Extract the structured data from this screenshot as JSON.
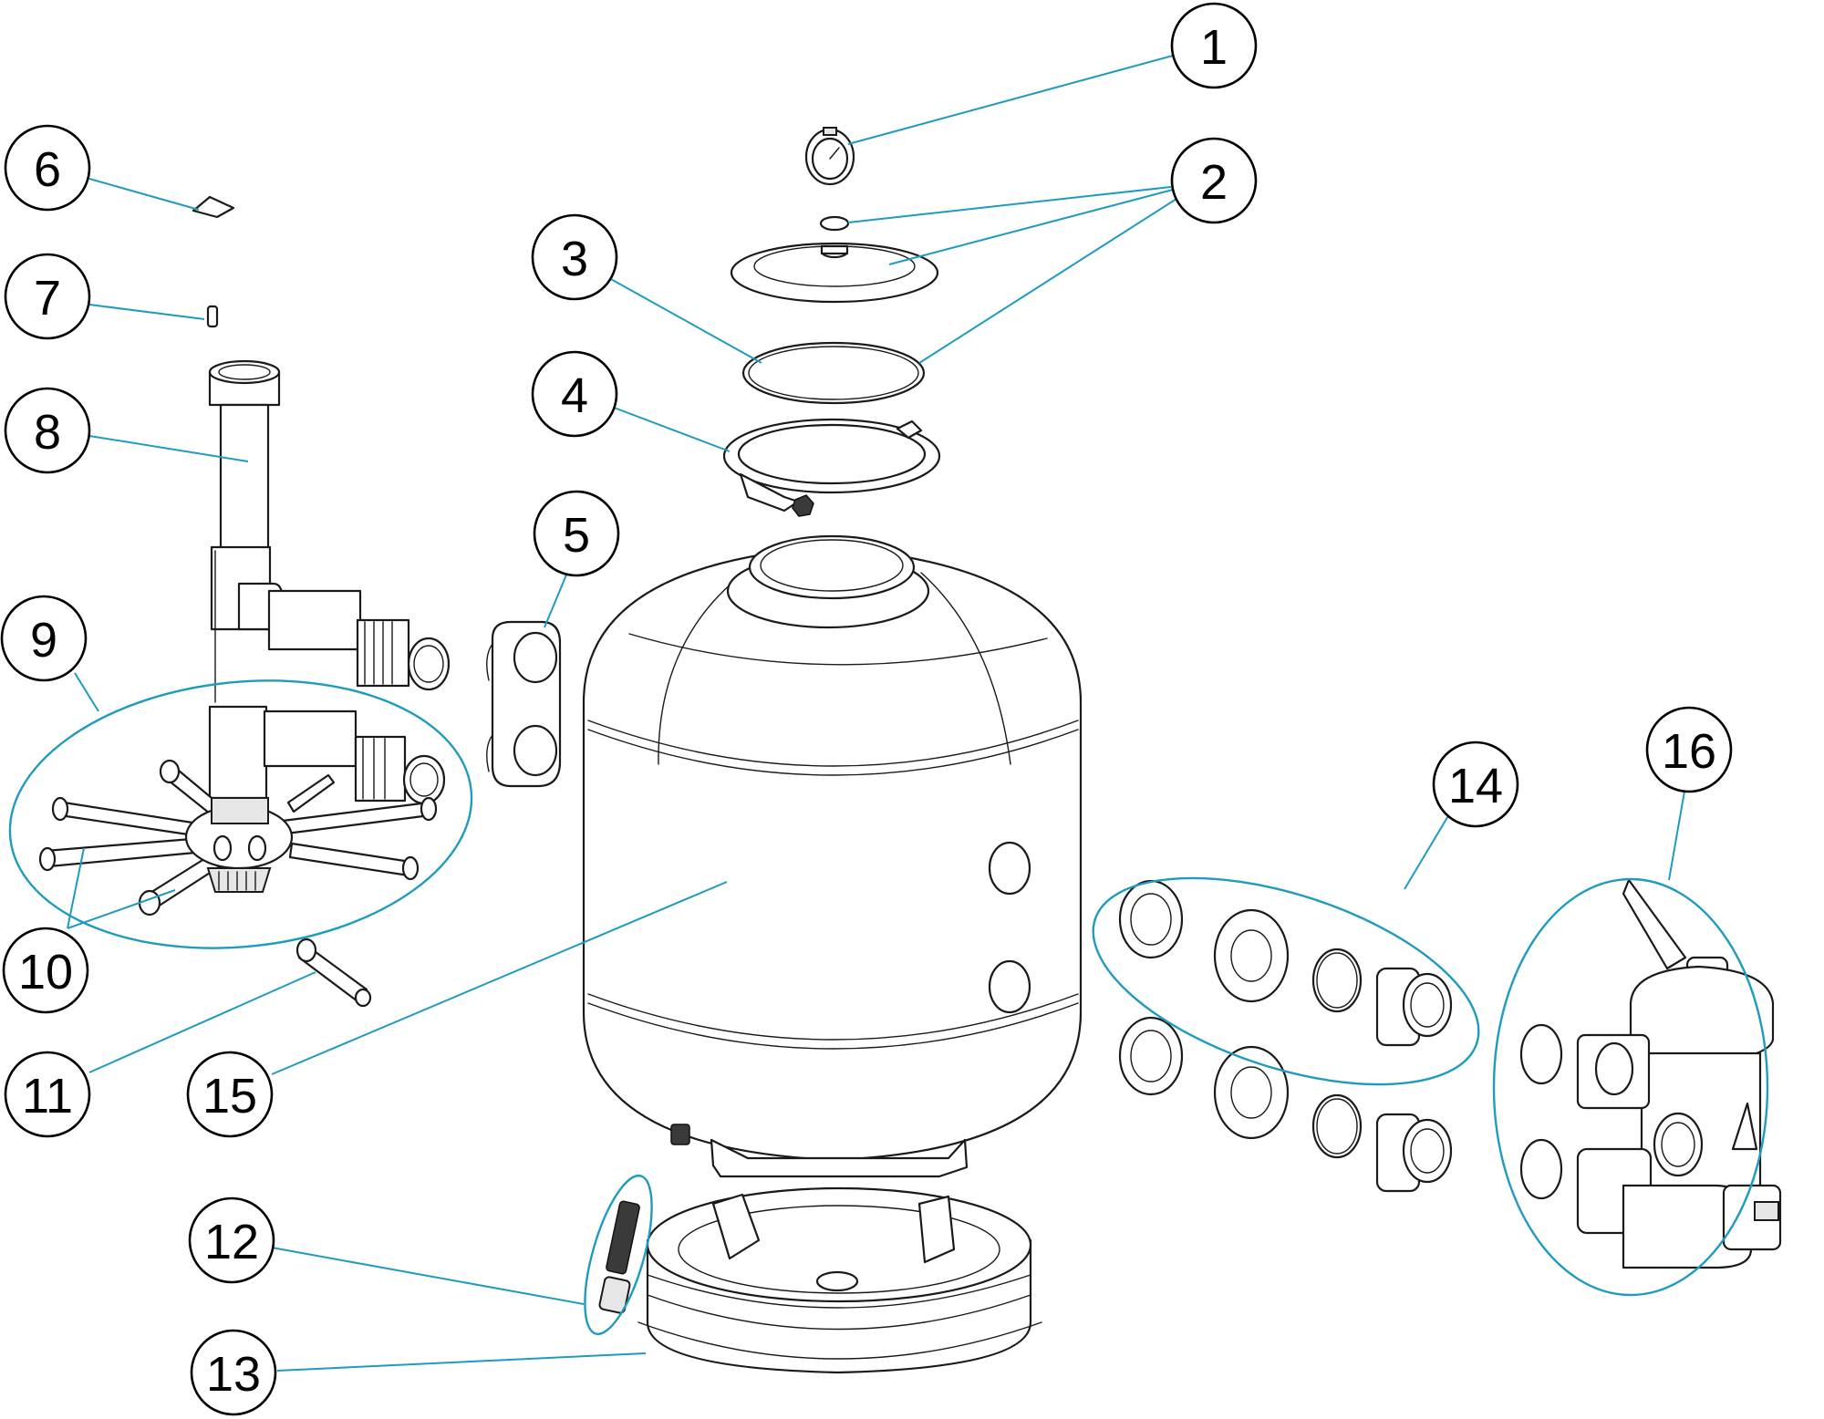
{
  "diagram": {
    "accent_color": "#1e9bbf",
    "callouts": [
      {
        "id": "1",
        "label": "1"
      },
      {
        "id": "2",
        "label": "2"
      },
      {
        "id": "3",
        "label": "3"
      },
      {
        "id": "4",
        "label": "4"
      },
      {
        "id": "5",
        "label": "5"
      },
      {
        "id": "6",
        "label": "6"
      },
      {
        "id": "7",
        "label": "7"
      },
      {
        "id": "8",
        "label": "8"
      },
      {
        "id": "9",
        "label": "9"
      },
      {
        "id": "10",
        "label": "10"
      },
      {
        "id": "11",
        "label": "11"
      },
      {
        "id": "12",
        "label": "12"
      },
      {
        "id": "13",
        "label": "13"
      },
      {
        "id": "14",
        "label": "14"
      },
      {
        "id": "15",
        "label": "15"
      },
      {
        "id": "16",
        "label": "16"
      }
    ]
  }
}
